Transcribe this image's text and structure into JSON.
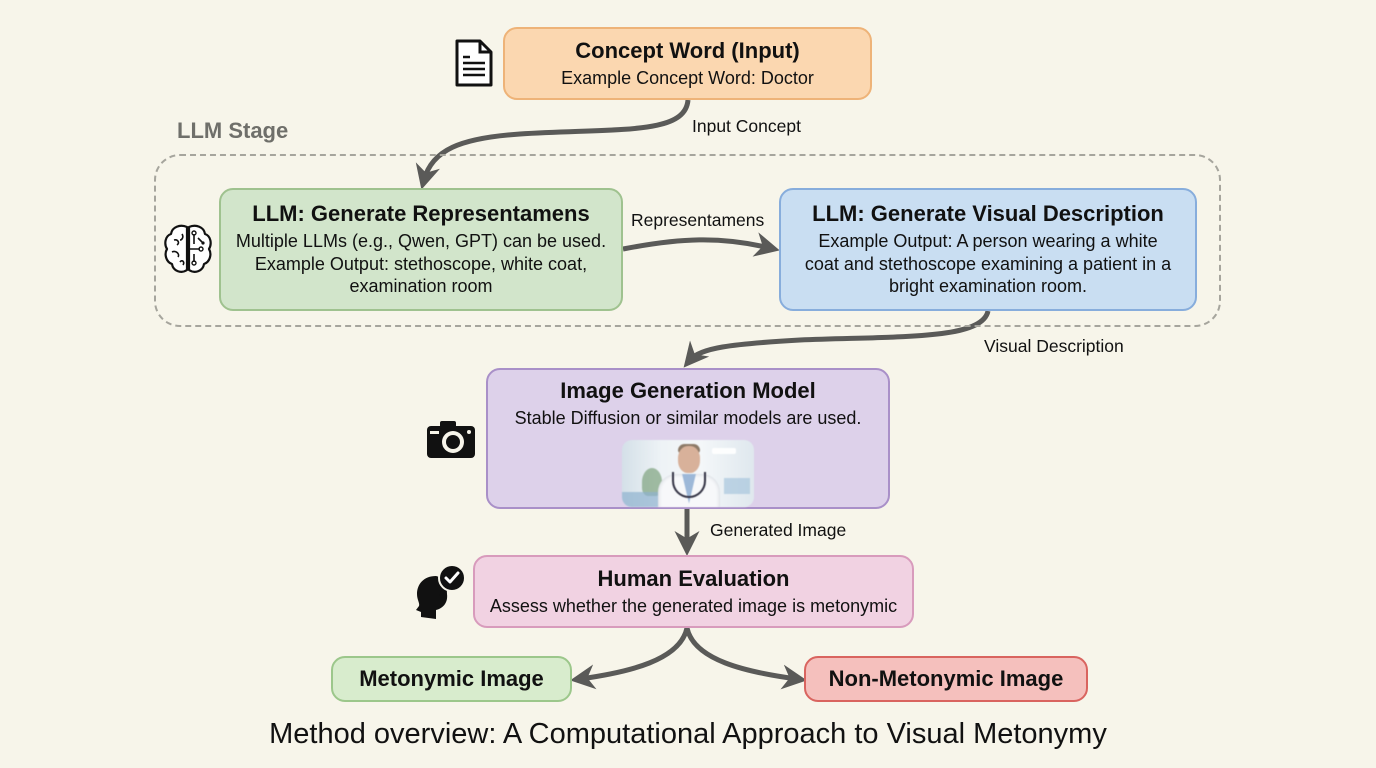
{
  "diagram": {
    "caption": "Method overview: A Computational Approach to Visual Metonymy",
    "stage_label": "LLM Stage",
    "nodes": {
      "input": {
        "title": "Concept Word (Input)",
        "desc": "Example Concept Word: Doctor",
        "icon": "document-icon",
        "fill": "#fbd7b0",
        "border": "#eeb378"
      },
      "representamens": {
        "title": "LLM: Generate Representamens",
        "desc_lines": [
          "Multiple LLMs (e.g., Qwen, GPT) can be used.",
          "Example Output: stethoscope, white coat,",
          "examination room"
        ],
        "icon": "brain-circuit-icon",
        "fill": "#d2e5cb",
        "border": "#9fc28f"
      },
      "visual_description": {
        "title": "LLM: Generate Visual Description",
        "desc_lines": [
          "Example Output: A person wearing a white",
          "coat and stethoscope examining a patient in a",
          "bright examination room."
        ],
        "fill": "#c9def2",
        "border": "#87addc"
      },
      "image_generation": {
        "title": "Image Generation Model",
        "desc": "Stable Diffusion or similar models are used.",
        "icon": "camera-icon",
        "thumbnail": "generated-doctor-image",
        "fill": "#ddd1ea",
        "border": "#a990c8"
      },
      "human_evaluation": {
        "title": "Human Evaluation",
        "desc": "Assess whether the generated image is metonymic",
        "icon": "head-check-icon",
        "fill": "#f1d2e2",
        "border": "#d89bbc"
      },
      "metonymic": {
        "title": "Metonymic Image",
        "fill": "#d8eccd",
        "border": "#9cc78b"
      },
      "non_metonymic": {
        "title": "Non-Metonymic Image",
        "fill": "#f5c0bd",
        "border": "#d9645f"
      }
    },
    "edges": [
      {
        "from": "input",
        "to": "representamens",
        "label": "Input Concept"
      },
      {
        "from": "representamens",
        "to": "visual_description",
        "label": "Representamens"
      },
      {
        "from": "visual_description",
        "to": "image_generation",
        "label": "Visual Description"
      },
      {
        "from": "image_generation",
        "to": "human_evaluation",
        "label": "Generated Image"
      },
      {
        "from": "human_evaluation",
        "to": "metonymic",
        "label": ""
      },
      {
        "from": "human_evaluation",
        "to": "non_metonymic",
        "label": ""
      }
    ],
    "colors": {
      "arrow": "#5a5a58",
      "stage_border": "#a6a59d",
      "background": "#f7f5ea"
    }
  }
}
